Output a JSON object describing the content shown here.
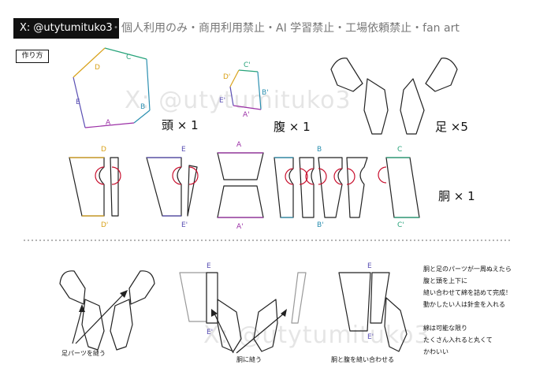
{
  "header": {
    "handle": "X: @utytumituko3",
    "notice": "・個人利用のみ・商用利用禁止・AI 学習禁止・工場依頼禁止・fan art"
  },
  "box_label": "作り方",
  "watermark": "X: @utytumituko3",
  "parts": {
    "head": "頭 × 1",
    "belly": "腹 × 1",
    "foot": "足 ×5",
    "torso": "胴 × 1"
  },
  "letters": {
    "A": "A",
    "B": "B",
    "C": "C",
    "D": "D",
    "E": "E",
    "A2": "A'",
    "B2": "B'",
    "C2": "C'",
    "D2": "D'",
    "E2": "E'"
  },
  "steps": {
    "sew_feet": "足パーツを縫う",
    "sew_torso": "胴に縫う",
    "join": "胴と腹を縫い合わせる"
  },
  "notes": [
    "胴と足のパーツが一周ぬえたら",
    "腹と頭を上下に",
    "縫い合わせて綿を詰めて完成！",
    "動かしたい人は針金を入れる",
    "",
    "綿は可能な限り",
    "たくさん入れると丸くて",
    "かわいい"
  ],
  "colors": {
    "A": "#9b2fa6",
    "B": "#2b8fb0",
    "C": "#27a37a",
    "D": "#d9a21b",
    "E": "#5a4fb3",
    "mark": "#c8102e",
    "line": "#222222"
  }
}
